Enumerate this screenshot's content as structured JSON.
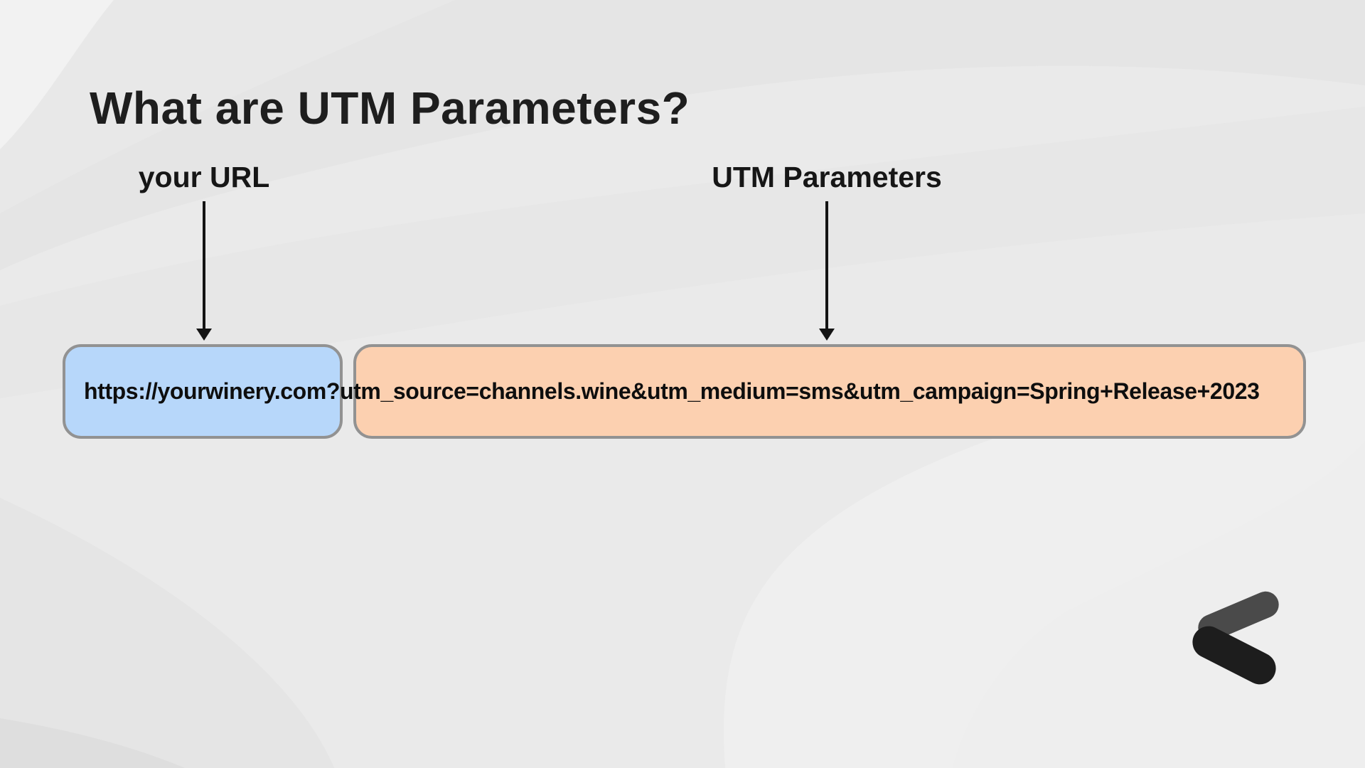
{
  "slide": {
    "title": "What are UTM Parameters?",
    "callouts": {
      "url_label": "your URL",
      "utm_label": "UTM Parameters"
    },
    "url_example": {
      "base": "https://yourwinery.com",
      "params": "?utm_source=channels.wine&utm_medium=sms&utm_campaign=Spring+Release+2023"
    },
    "icons": {
      "logo": "chevron-left-logo"
    },
    "colors": {
      "background": "#eaeaea",
      "title_text": "#1e1e1e",
      "url_box_fill": "#b7d7fa",
      "params_box_fill": "#fcd0b0",
      "box_border": "#929292",
      "arrow": "#141414",
      "logo_gray": "#4a4a4a",
      "logo_dark": "#1d1d1d"
    }
  }
}
